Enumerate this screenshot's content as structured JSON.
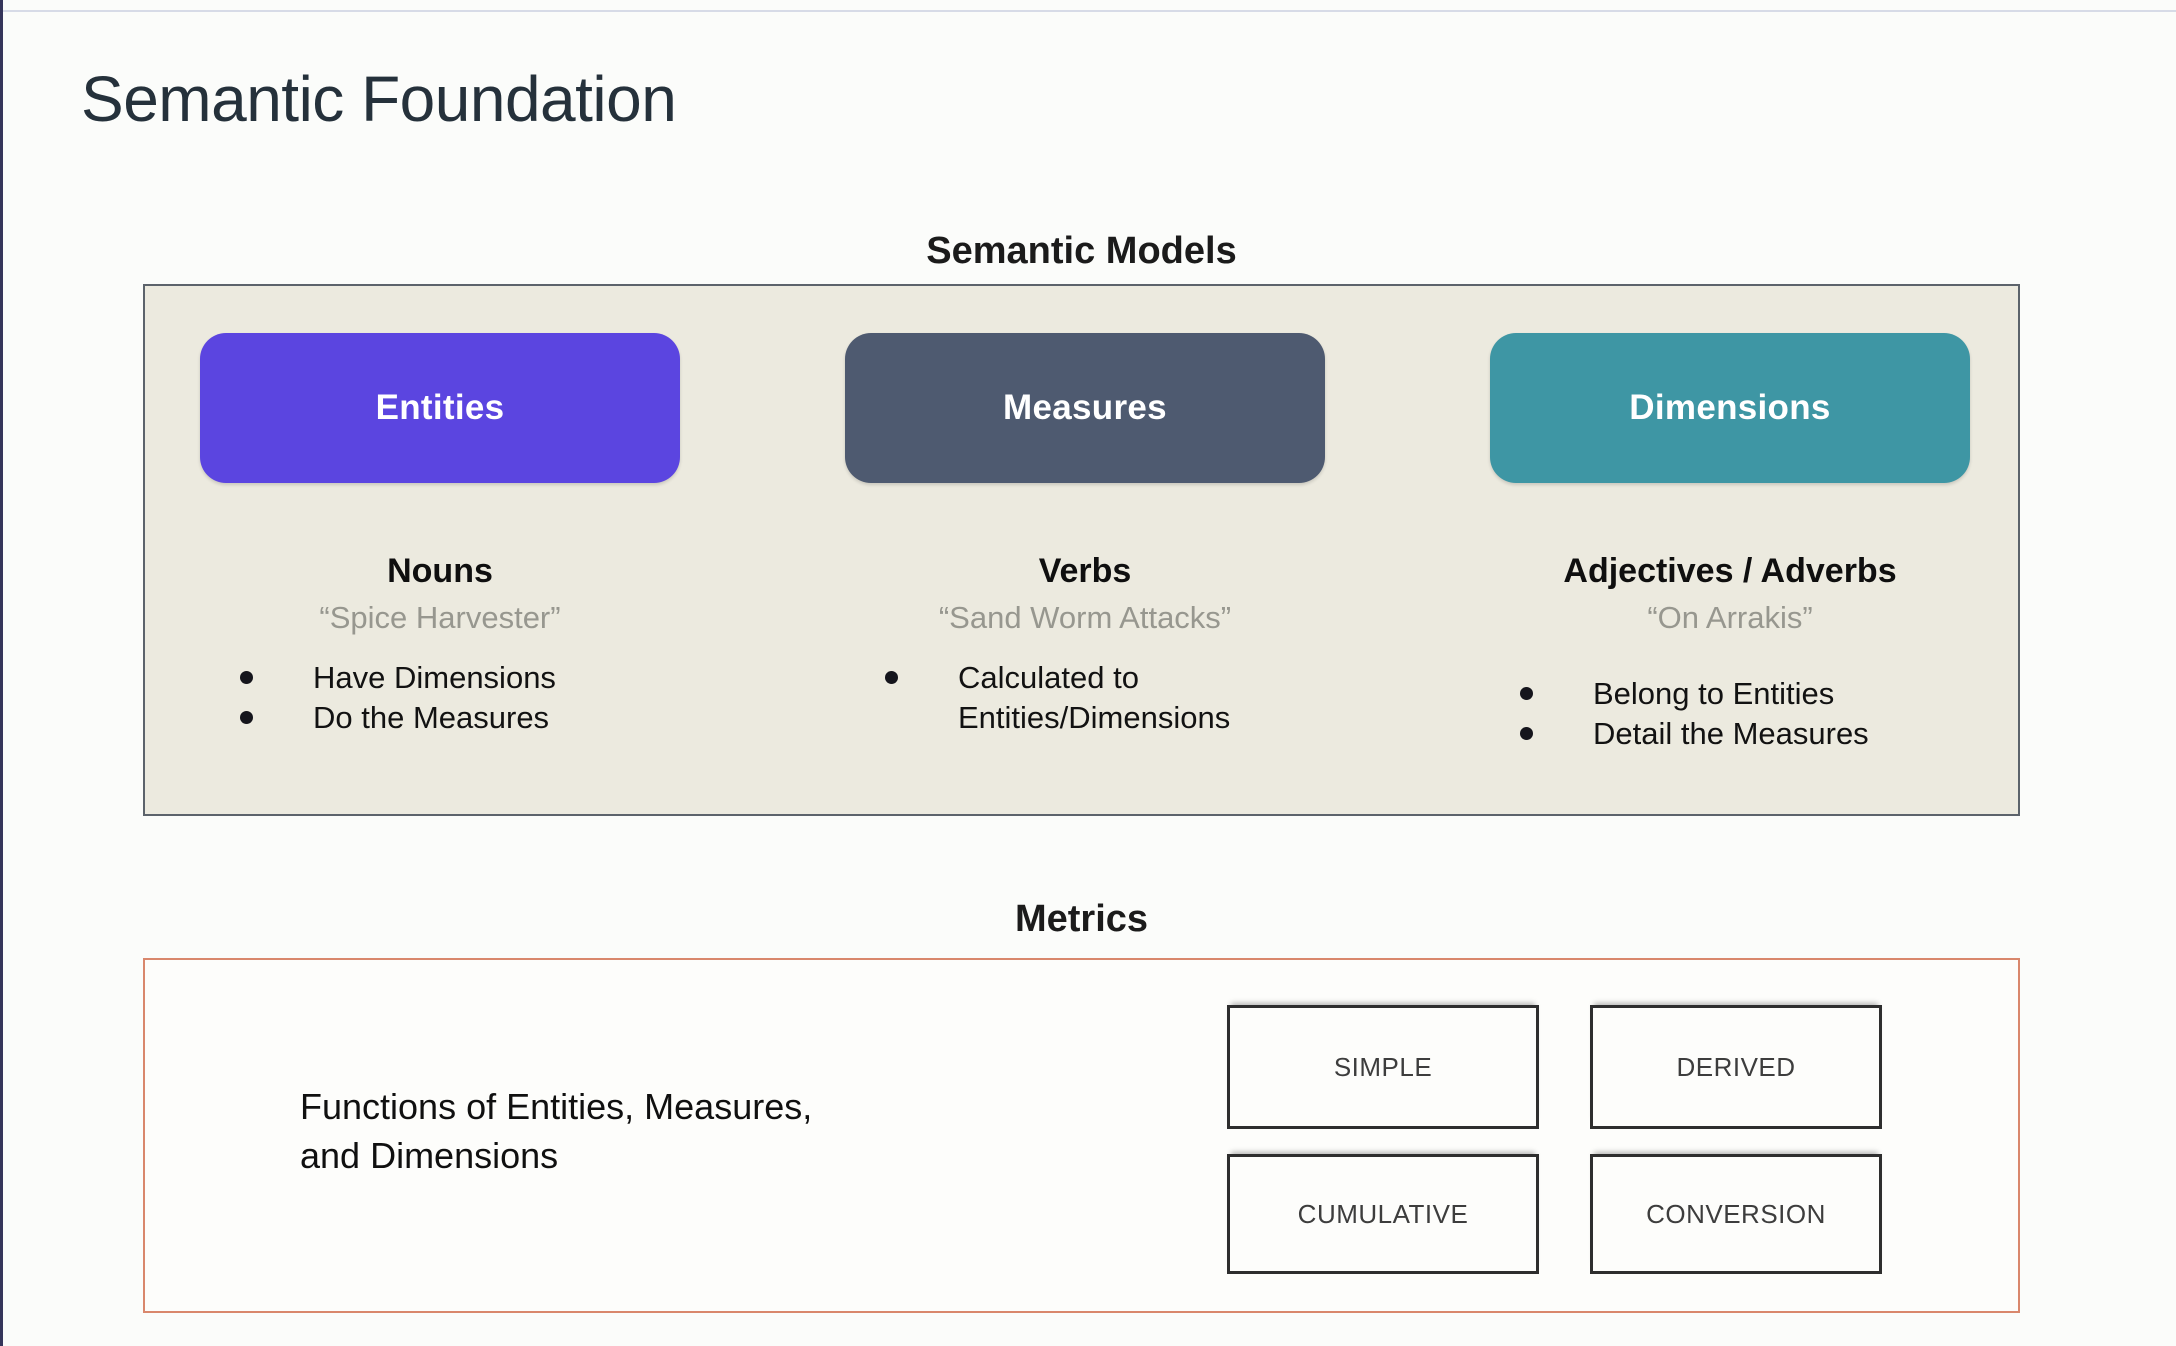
{
  "page": {
    "title": "Semantic Foundation"
  },
  "semantic_models": {
    "heading": "Semantic Models",
    "panel_bg": "#ECEADF",
    "panel_border": "#5C636B",
    "columns": [
      {
        "button_label": "Entities",
        "button_color": "#5B45E0",
        "role": "Nouns",
        "example": "“Spice Harvester”",
        "bullets": [
          "Have Dimensions",
          "Do the Measures"
        ]
      },
      {
        "button_label": "Measures",
        "button_color": "#4E5A70",
        "role": "Verbs",
        "example": "“Sand Worm Attacks”",
        "bullets": [
          "Calculated to Entities/Dimensions"
        ]
      },
      {
        "button_label": "Dimensions",
        "button_color": "#3E96A4",
        "role": "Adjectives / Adverbs",
        "example": "“On Arrakis”",
        "bullets": [
          "Belong to Entities",
          "Detail the Measures"
        ]
      }
    ]
  },
  "metrics": {
    "heading": "Metrics",
    "panel_border": "#D9876C",
    "description": [
      "Functions of Entities, Measures,",
      "and Dimensions"
    ],
    "types": [
      "SIMPLE",
      "DERIVED",
      "CUMULATIVE",
      "CONVERSION"
    ]
  }
}
